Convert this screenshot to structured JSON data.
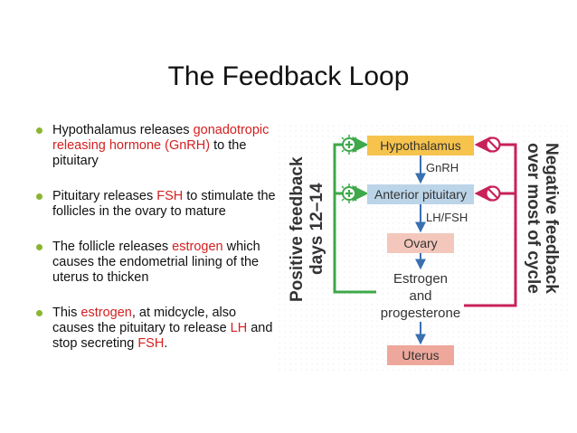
{
  "title": "The Feedback Loop",
  "bullets": [
    {
      "parts": [
        {
          "text": "Hypothalamus releases ",
          "style": "normal"
        },
        {
          "text": "gonadotropic releasing hormone (GnRH)",
          "style": "red"
        },
        {
          "text": " to the pituitary",
          "style": "normal"
        }
      ]
    },
    {
      "parts": [
        {
          "text": "Pituitary releases ",
          "style": "normal"
        },
        {
          "text": "FSH",
          "style": "red"
        },
        {
          "text": " to stimulate the follicles in the ovary to mature",
          "style": "normal"
        }
      ]
    },
    {
      "parts": [
        {
          "text": "The follicle releases ",
          "style": "normal"
        },
        {
          "text": "estrogen",
          "style": "red"
        },
        {
          "text": " which causes the endometrial lining of the uterus to thicken",
          "style": "normal"
        }
      ]
    },
    {
      "parts": [
        {
          "text": "This ",
          "style": "normal"
        },
        {
          "text": "estrogen",
          "style": "red"
        },
        {
          "text": ", at midcycle,  also causes the pituitary to release ",
          "style": "normal"
        },
        {
          "text": "LH",
          "style": "red"
        },
        {
          "text": " and stop secreting ",
          "style": "normal"
        },
        {
          "text": "FSH",
          "style": "red"
        },
        {
          "text": ".",
          "style": "normal"
        }
      ]
    }
  ],
  "diagram": {
    "positive_label_1": "Positive feedback",
    "positive_label_2": "days 12–14",
    "negative_label_1": "Negative feedback",
    "negative_label_2": "over most of cycle",
    "hypothalamus": "Hypothalamus",
    "gnrh": "GnRH",
    "anterior_pituitary": "Anterior pituitary",
    "lh_fsh": "LH/FSH",
    "ovary": "Ovary",
    "estrogen_line1": "Estrogen",
    "estrogen_line2": "and",
    "estrogen_line3": "progesterone",
    "uterus": "Uterus",
    "colors": {
      "positive": "#3ea84a",
      "negative": "#c8215a",
      "hypothalamus_box": "#f6c34d",
      "pituitary_box": "#bcd4e8",
      "ovary_box": "#f3c7bc",
      "uterus_box": "#eea89b",
      "arrow": "#3a6fb0"
    }
  }
}
